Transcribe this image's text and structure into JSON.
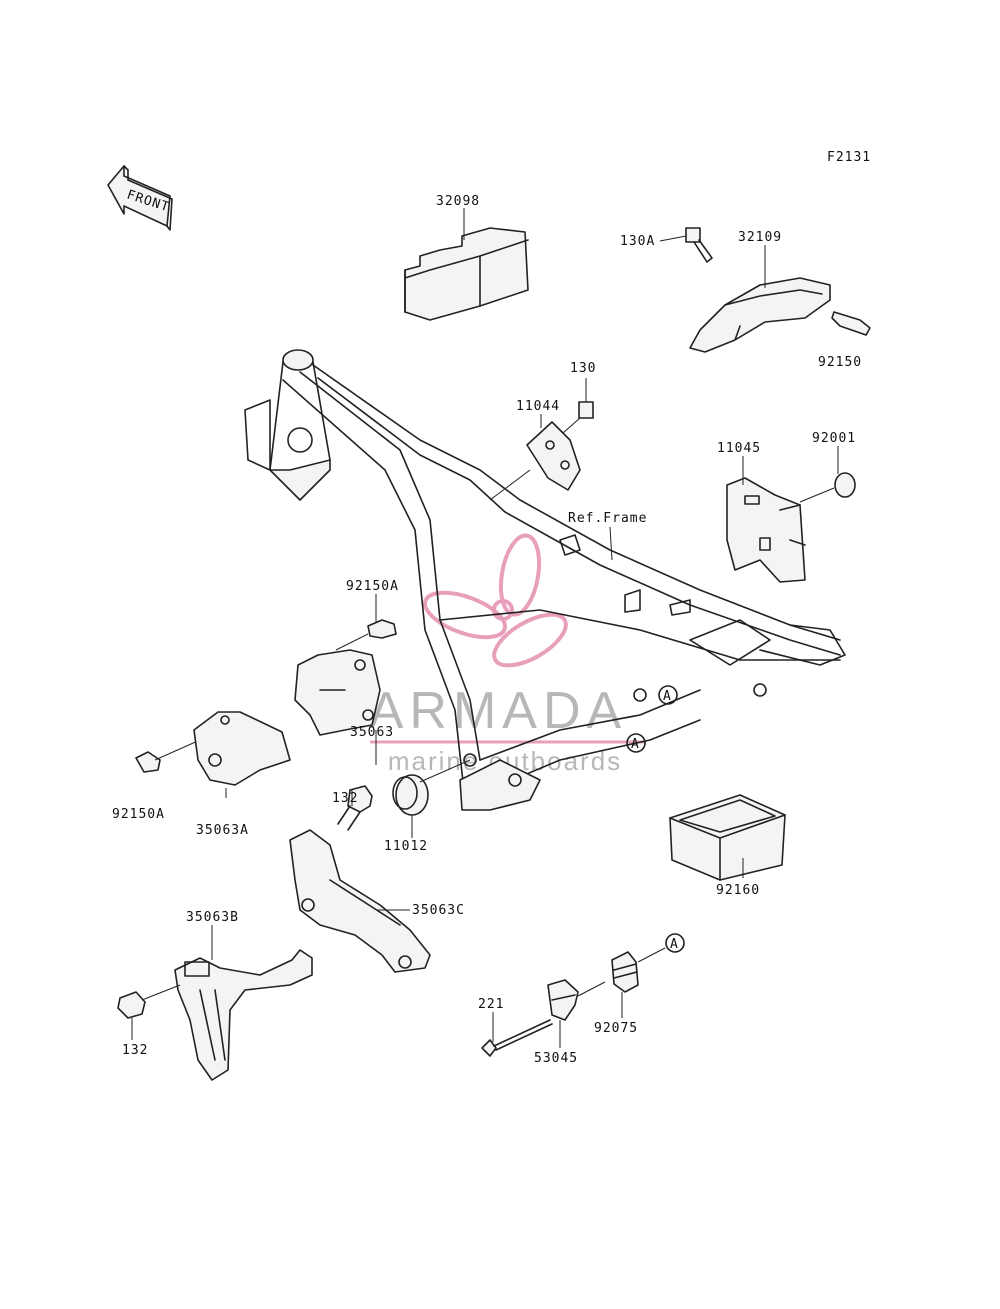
{
  "diagram_id": "F2131",
  "front_arrow_text": "FRONT",
  "ref_frame_label": "Ref.Frame",
  "callout_A": "A",
  "watermark": {
    "brand": "ARMADA",
    "tagline": "marine outboards",
    "color": "#e58fb0"
  },
  "parts": [
    {
      "key": "p32098",
      "number": "32098"
    },
    {
      "key": "p32109",
      "number": "32109"
    },
    {
      "key": "p130A",
      "number": "130A"
    },
    {
      "key": "p92150",
      "number": "92150"
    },
    {
      "key": "p130",
      "number": "130"
    },
    {
      "key": "p11044",
      "number": "11044"
    },
    {
      "key": "p11045",
      "number": "11045"
    },
    {
      "key": "p92001",
      "number": "92001"
    },
    {
      "key": "p92150A_top",
      "number": "92150A"
    },
    {
      "key": "p35063",
      "number": "35063"
    },
    {
      "key": "p92150A_left",
      "number": "92150A"
    },
    {
      "key": "p35063A",
      "number": "35063A"
    },
    {
      "key": "p132_mid",
      "number": "132"
    },
    {
      "key": "p11012",
      "number": "11012"
    },
    {
      "key": "p92160",
      "number": "92160"
    },
    {
      "key": "p35063C",
      "number": "35063C"
    },
    {
      "key": "p35063B",
      "number": "35063B"
    },
    {
      "key": "p132_low",
      "number": "132"
    },
    {
      "key": "p221",
      "number": "221"
    },
    {
      "key": "p53045",
      "number": "53045"
    },
    {
      "key": "p92075",
      "number": "92075"
    }
  ]
}
